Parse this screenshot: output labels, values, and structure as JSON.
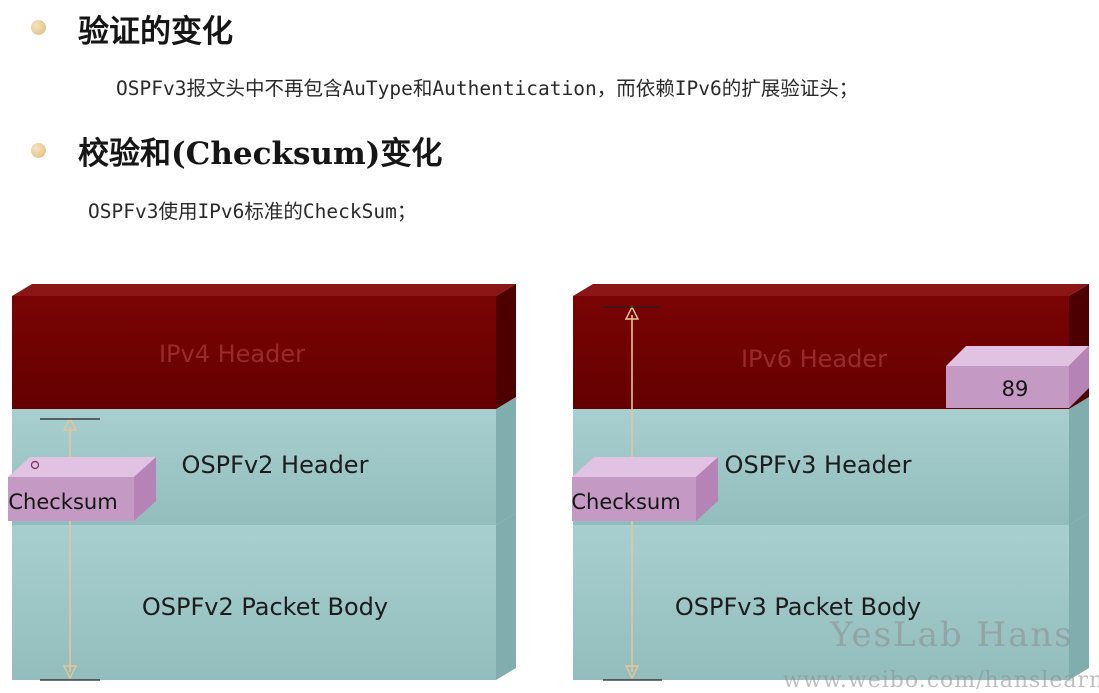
{
  "sections": [
    {
      "title": "验证的变化",
      "text": "OSPFv3报文头中不再包含AuType和Authentication，而依赖IPv6的扩展验证头；"
    },
    {
      "title": "校验和(Checksum)变化",
      "text": "OSPFv3使用IPv6标准的CheckSum；"
    }
  ],
  "diagrams": {
    "left": {
      "ip_header": "IPv4 Header",
      "ospf_header": "OSPFv2 Header",
      "packet_body": "OSPFv2 Packet Body",
      "checksum": "Checksum"
    },
    "right": {
      "ip_header": "IPv6 Header",
      "next_header_value": "89",
      "ospf_header": "OSPFv3 Header",
      "packet_body": "OSPFv3 Packet Body",
      "checksum": "Checksum"
    }
  },
  "watermark": {
    "line1": "YesLab Hans",
    "line2": "www.weibo.com/hanslearn"
  },
  "colors": {
    "ip_header_front": "#6e0000",
    "ip_header_top": "#8a1616",
    "ospf_front": "#9cc4c4",
    "ospf_top": "#b6dcdc",
    "ospf_side": "#80aeae",
    "checksum_front": "#c49ac4",
    "checksum_top": "#e2c2e2",
    "arrow": "#e8c49a"
  }
}
